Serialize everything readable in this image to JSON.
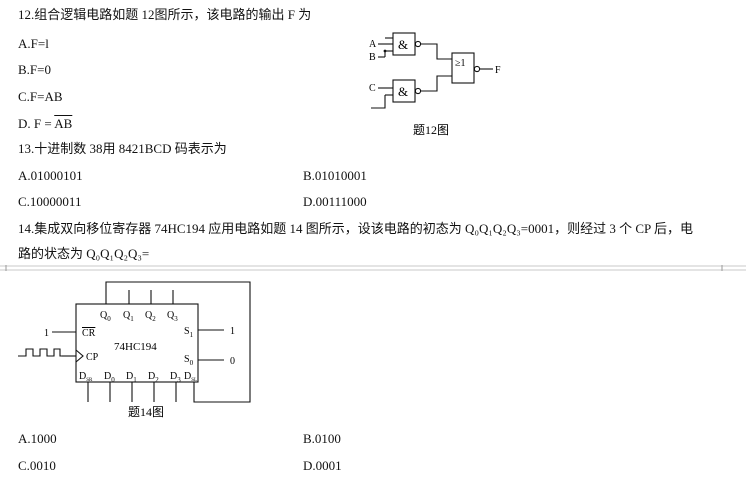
{
  "q12": {
    "stem": "12.组合逻辑电路如题 12图所示，该电路的输出 F 为",
    "opt_a": "A.F=l",
    "opt_b": "B.F=0",
    "opt_c": "C.F=AB",
    "opt_d_prefix": "D. F = ",
    "opt_d_over": "AB",
    "figure": {
      "caption": "题12图",
      "in_a": "A",
      "in_b": "B",
      "in_c": "C",
      "and_symbol": "&",
      "or_symbol": "≥1",
      "out_f": "F"
    }
  },
  "q13": {
    "stem": "13.十进制数 38用 8421BCD 码表示为",
    "opt_a": "A.01000101",
    "opt_b": "B.01010001",
    "opt_c": "C.10000011",
    "opt_d": "D.00111000"
  },
  "q14": {
    "stem_line1": "14.集成双向移位寄存器 74HC194 应用电路如题 14 图所示，设该电路的初态为 Q₀Q₁Q₂Q₃=0001，则经过 3 个 CP 后，电",
    "stem_line2": "路的状态为 Q₀Q₁Q₂Q₃=",
    "opt_a": "A.1000",
    "opt_b": "B.0100",
    "opt_c": "C.0010",
    "opt_d": "D.0001",
    "figure": {
      "caption": "题14图",
      "chip": "74HC194",
      "cr_value": "1",
      "cr_label": "CR",
      "cp_label": "CP",
      "s1_value": "1",
      "s0_value": "0",
      "q0": "Q",
      "q0_sub": "0",
      "q1": "Q",
      "q1_sub": "1",
      "q2": "Q",
      "q2_sub": "2",
      "q3": "Q",
      "q3_sub": "3",
      "s1": "S",
      "s1_sub": "1",
      "s0": "S",
      "s0_sub": "0",
      "dsr": "D",
      "dsr_sub": "SR",
      "d0": "D",
      "d0_sub": "0",
      "d1": "D",
      "d1_sub": "1",
      "d2": "D",
      "d2_sub": "2",
      "d3": "D",
      "d3_sub": "3",
      "dsl": "D",
      "dsl_sub": "SL"
    }
  },
  "colors": {
    "page_break": "#c8c8c8",
    "text": "#111111"
  }
}
